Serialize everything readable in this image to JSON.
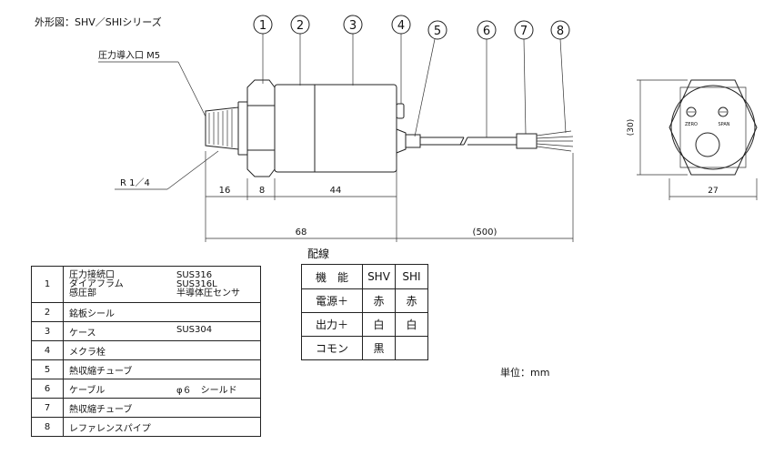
{
  "figure_title": "外形図：SHV／SHIシリーズ",
  "callouts": [
    "1",
    "2",
    "3",
    "4",
    "5",
    "6",
    "7",
    "8"
  ],
  "labels": {
    "pressure_port": "圧力導入口 M5",
    "thread": "R 1／4",
    "zero": "ZERO",
    "span": "SPAN"
  },
  "dimensions": {
    "d16": "16",
    "d8": "8",
    "d44": "44",
    "d68": "68",
    "d500": "(500)",
    "d30": "(30)",
    "d27": "27"
  },
  "parts": [
    {
      "no": "1",
      "names": [
        "圧力接続口",
        "ダイアフラム",
        "感圧部"
      ],
      "materials": [
        "SUS316",
        "SUS316L",
        "半導体圧センサ"
      ]
    },
    {
      "no": "2",
      "name": "銘板シール",
      "material": ""
    },
    {
      "no": "3",
      "name": "ケース",
      "material": "SUS304"
    },
    {
      "no": "4",
      "name": "メクラ栓",
      "material": ""
    },
    {
      "no": "5",
      "name": "熱収縮チューブ",
      "material": ""
    },
    {
      "no": "6",
      "name": "ケーブル",
      "material": "φ６　シールド"
    },
    {
      "no": "7",
      "name": "熱収縮チューブ",
      "material": ""
    },
    {
      "no": "8",
      "name": "レファレンスパイプ",
      "material": ""
    }
  ],
  "wiring": {
    "title": "配線",
    "headers": [
      "機　能",
      "SHV",
      "SHI"
    ],
    "rows": [
      [
        "電源＋",
        "赤",
        "赤"
      ],
      [
        "出力＋",
        "白",
        "白"
      ],
      [
        "コモン",
        "黒",
        ""
      ]
    ]
  },
  "unit_note": "単位：mm"
}
